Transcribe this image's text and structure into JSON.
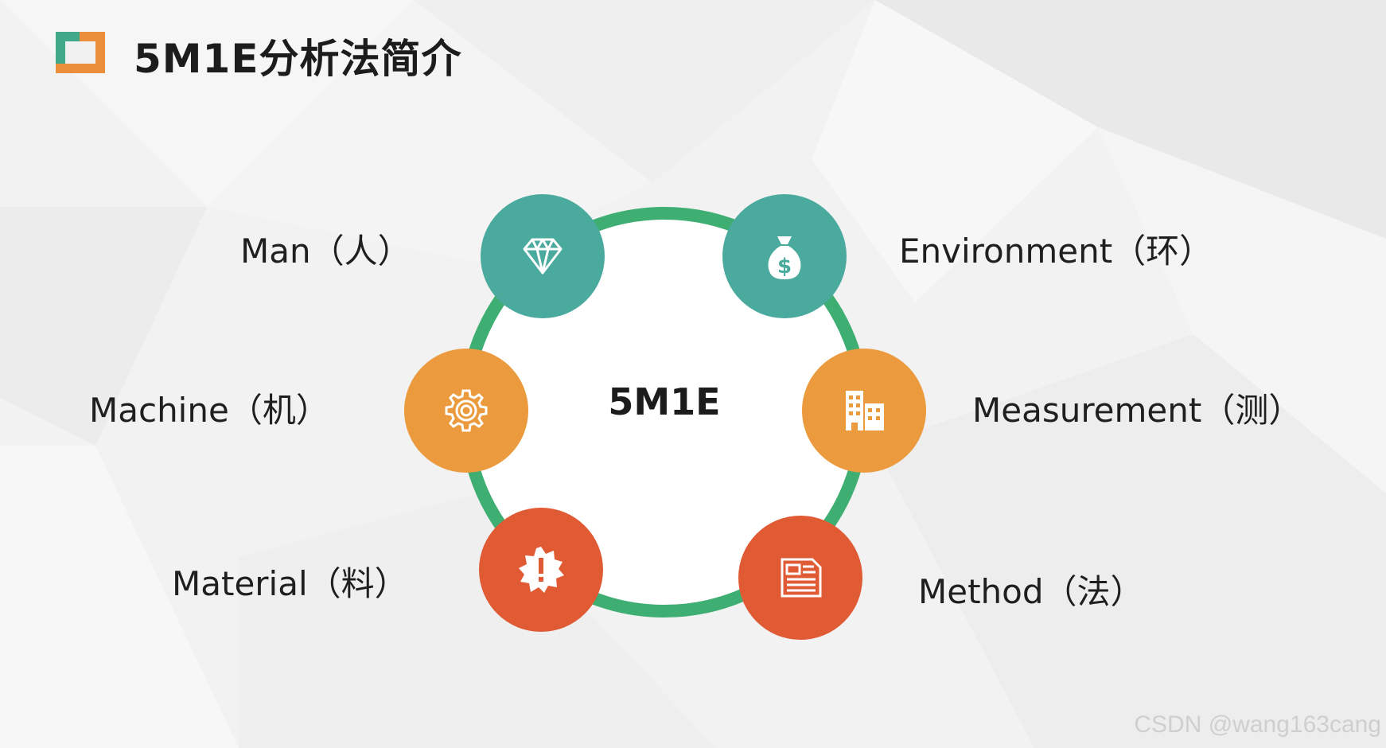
{
  "title": "5M1E分析法简介",
  "center": "5M1E",
  "colors": {
    "teal": "#4aaa9e",
    "orange": "#eb9a3d",
    "red": "#e05a34",
    "ring": "#3fae72",
    "title_mark_green": "#3fa98a",
    "title_mark_orange": "#ec8f3c"
  },
  "factors": {
    "man": {
      "label": "Man（人）",
      "icon": "diamond-icon"
    },
    "environment": {
      "label": "Environment（环）",
      "icon": "money-bag-icon"
    },
    "machine": {
      "label": "Machine（机）",
      "icon": "gear-icon"
    },
    "measurement": {
      "label": "Measurement（测）",
      "icon": "building-icon"
    },
    "material": {
      "label": "Material（料）",
      "icon": "alert-badge-icon"
    },
    "method": {
      "label": "Method（法）",
      "icon": "document-icon"
    }
  },
  "watermark": "CSDN @wang163cang"
}
